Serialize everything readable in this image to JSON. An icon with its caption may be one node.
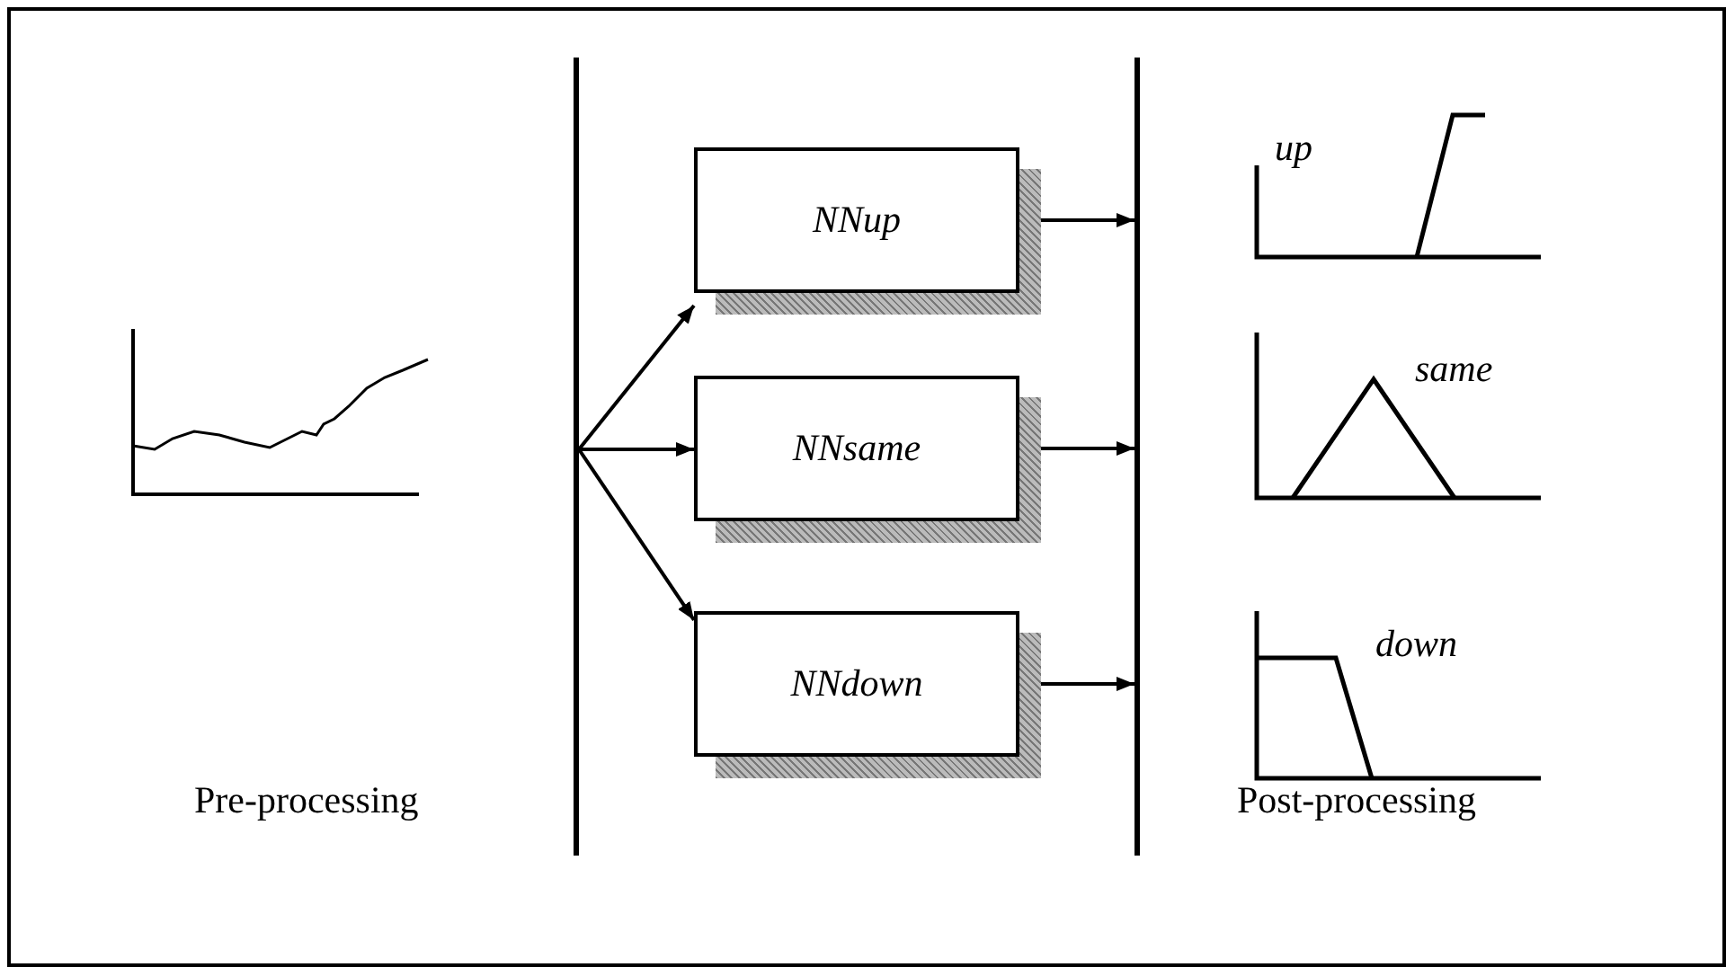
{
  "diagram": {
    "nodes": [
      {
        "text": [],
        "shape": "bar"
      },
      {
        "text": [
          "NNup"
        ]
      },
      {
        "text": [
          "NNsame"
        ]
      },
      {
        "text": [
          "NNdown"
        ]
      },
      {
        "text": [],
        "shape": "bar"
      }
    ],
    "edges": [
      {
        "from": 0,
        "to": 1,
        "arrow": "to"
      },
      {
        "from": 0,
        "to": 2,
        "arrow": "to"
      },
      {
        "from": 0,
        "to": 3,
        "arrow": "to"
      },
      {
        "from": 1,
        "to": 4,
        "arrow": "to"
      },
      {
        "from": 2,
        "to": 4,
        "arrow": "to"
      },
      {
        "from": 3,
        "to": 4,
        "arrow": "to"
      }
    ],
    "labels": [
      "up",
      "same",
      "down",
      "Pre-processing",
      "Post-processing"
    ]
  }
}
